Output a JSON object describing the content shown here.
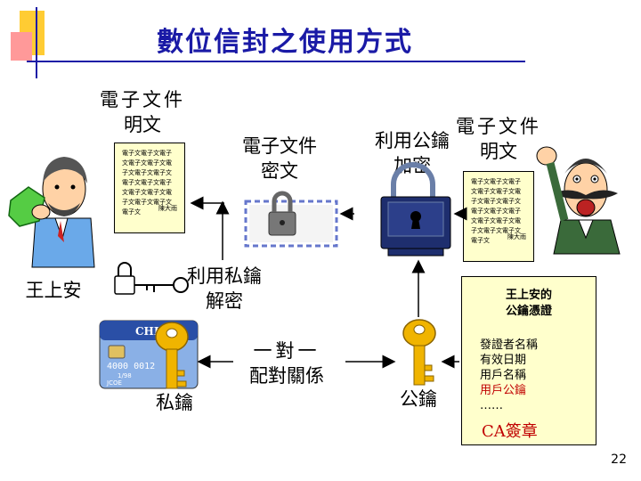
{
  "title": "數位信封之使用方式",
  "page_number": "22",
  "plaintext_left": {
    "line1": "電子文件",
    "line2": "明文"
  },
  "ciphertext": {
    "line1": "電子文件",
    "line2": "密文"
  },
  "encrypt_label": {
    "line1": "利用公鑰",
    "line2": "加密"
  },
  "plaintext_right": {
    "line1": "電子文件",
    "line2": "明文"
  },
  "document_text": "電子文電子文電子文電子文電子文電子文電子文電子文電子文電子文電子文電子文電子文電子文電子文電子文電子文",
  "document_signature": "陳大雨",
  "user_name": "王上安",
  "decrypt_label": {
    "line1": "利用私鑰",
    "line2": "解密"
  },
  "pairing_label": {
    "line1": "一對一",
    "line2": "配對關係"
  },
  "private_key_label": "私鑰",
  "public_key_label": "公鑰",
  "cert": {
    "title_line1": "王上安的",
    "title_line2": "公鑰憑證",
    "items": [
      "發證者名稱",
      "有效日期",
      "用戶名稱",
      "用戶公鑰",
      "……"
    ],
    "highlight_item_color": "#c00000",
    "signature": "CA簽章"
  },
  "card": {
    "brand": "CHIP",
    "number": "4000 0012",
    "date": "1/98",
    "holder": "JCOE"
  },
  "colors": {
    "title": "#1a1aa6",
    "doc_bg": "#ffffcc",
    "key_gold": "#f0b400",
    "accent_yellow": "#ffcc33"
  }
}
